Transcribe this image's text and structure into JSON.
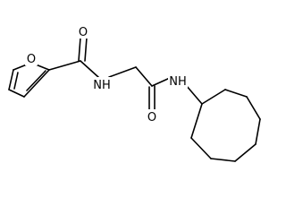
{
  "molecule": {
    "atom_labels": {
      "furan_oxygen": "O",
      "carbonyl_oxygen_1": "O",
      "amide_nitrogen_1": "NH",
      "carbonyl_oxygen_2": "O",
      "amide_nitrogen_2": "NH"
    }
  }
}
